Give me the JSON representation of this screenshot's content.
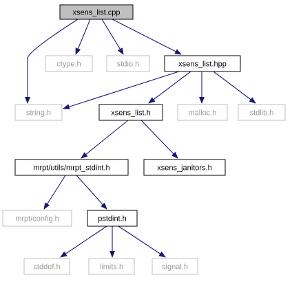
{
  "nodes": [
    {
      "id": "xsens_list_cpp",
      "label": "xsens_list.cpp",
      "style": "root"
    },
    {
      "id": "ctype_h",
      "label": "ctype.h",
      "style": "gray"
    },
    {
      "id": "stdio_h",
      "label": "stdio.h",
      "style": "gray"
    },
    {
      "id": "xsens_list_hpp",
      "label": "xsens_list.hpp",
      "style": "black"
    },
    {
      "id": "string_h",
      "label": "string.h",
      "style": "gray"
    },
    {
      "id": "xsens_list_h",
      "label": "xsens_list.h",
      "style": "black"
    },
    {
      "id": "malloc_h",
      "label": "malloc.h",
      "style": "gray"
    },
    {
      "id": "stdlib_h",
      "label": "stdlib.h",
      "style": "gray"
    },
    {
      "id": "mrpt_stdint_h",
      "label": "mrpt/utils/mrpt_stdint.h",
      "style": "black"
    },
    {
      "id": "xsens_janitors_h",
      "label": "xsens_janitors.h",
      "style": "black"
    },
    {
      "id": "mrpt_config_h",
      "label": "mrpt/config.h",
      "style": "gray"
    },
    {
      "id": "pstdint_h",
      "label": "pstdint.h",
      "style": "black"
    },
    {
      "id": "stddef_h",
      "label": "stddef.h",
      "style": "gray"
    },
    {
      "id": "limits_h",
      "label": "limits.h",
      "style": "gray"
    },
    {
      "id": "signal_h",
      "label": "signal.h",
      "style": "gray"
    }
  ],
  "edges": [
    {
      "from": "xsens_list_cpp",
      "to": "string_h"
    },
    {
      "from": "xsens_list_cpp",
      "to": "ctype_h"
    },
    {
      "from": "xsens_list_cpp",
      "to": "stdio_h"
    },
    {
      "from": "xsens_list_cpp",
      "to": "xsens_list_hpp"
    },
    {
      "from": "xsens_list_hpp",
      "to": "string_h"
    },
    {
      "from": "xsens_list_hpp",
      "to": "xsens_list_h"
    },
    {
      "from": "xsens_list_hpp",
      "to": "malloc_h"
    },
    {
      "from": "xsens_list_hpp",
      "to": "stdlib_h"
    },
    {
      "from": "xsens_list_h",
      "to": "mrpt_stdint_h"
    },
    {
      "from": "xsens_list_h",
      "to": "xsens_janitors_h"
    },
    {
      "from": "mrpt_stdint_h",
      "to": "mrpt_config_h"
    },
    {
      "from": "mrpt_stdint_h",
      "to": "pstdint_h"
    },
    {
      "from": "pstdint_h",
      "to": "stddef_h"
    },
    {
      "from": "pstdint_h",
      "to": "limits_h"
    },
    {
      "from": "pstdint_h",
      "to": "signal_h"
    }
  ],
  "colors": {
    "edge": "#191970",
    "root_fill": "#bfbfbf",
    "black_border": "#000000",
    "gray_border": "#bfbfbf",
    "gray_text": "#9a9a9a",
    "text": "#000000"
  }
}
